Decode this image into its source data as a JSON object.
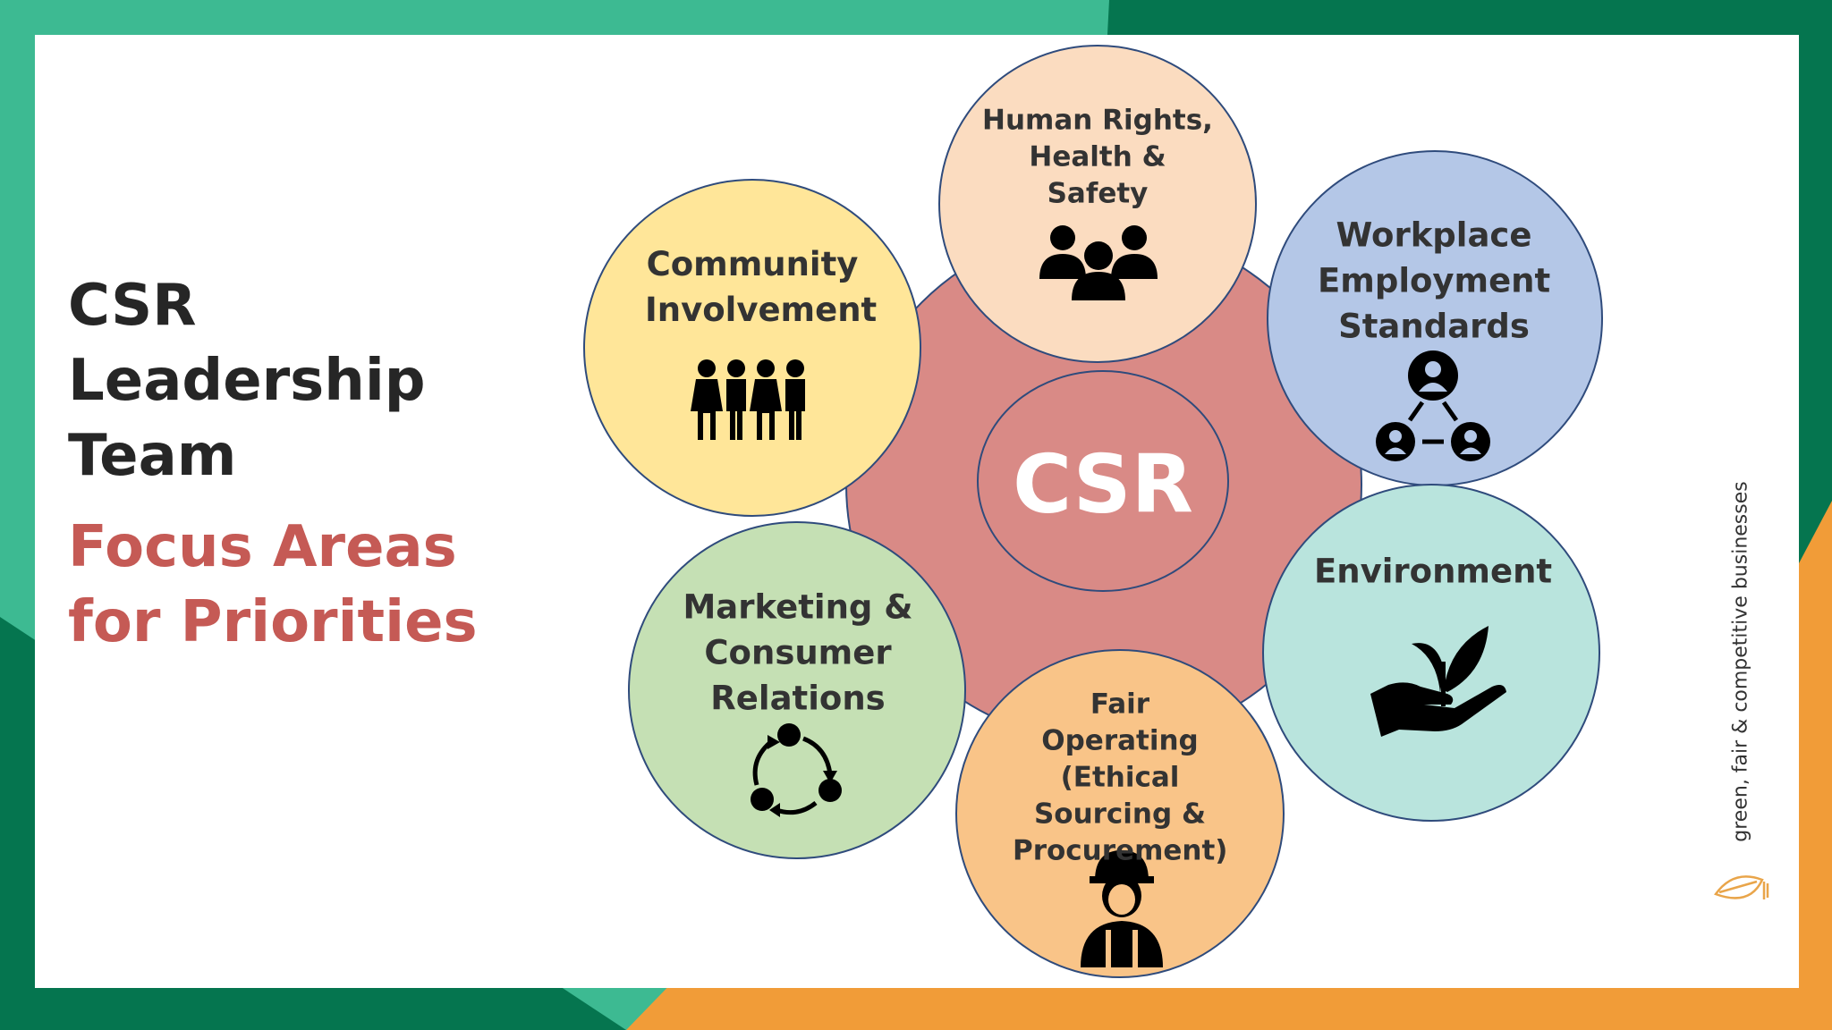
{
  "slide": {
    "title": "CSR Leadership Team",
    "subtitle": "Focus Areas for Priorities"
  },
  "diagram": {
    "center_label": "CSR",
    "areas": [
      {
        "label": "Human Rights, Health & Safety",
        "icon": "group-people-icon",
        "fill": "#fbdcc0"
      },
      {
        "label": "Workplace Employment Standards",
        "icon": "employee-network-icon",
        "fill": "#b4c7e7"
      },
      {
        "label": "Environment",
        "icon": "hand-plant-icon",
        "fill": "#b9e4dd"
      },
      {
        "label": "Fair Operating (Ethical Sourcing & Procurement)",
        "icon": "worker-hardhat-icon",
        "fill": "#f9c488"
      },
      {
        "label": "Marketing & Consumer Relations",
        "icon": "cycle-arrows-icon",
        "fill": "#c5e0b4"
      },
      {
        "label": "Community Involvement",
        "icon": "community-people-icon",
        "fill": "#ffe699"
      }
    ]
  },
  "brand": {
    "tagline": "green, fair & competitive businesses",
    "logo": "leaf-bulb-logo-icon"
  },
  "colors": {
    "teal": "#3dba92",
    "dark_green": "#05754f",
    "orange": "#f19c38",
    "hub": "#d98a86",
    "outline": "#2f4b7c",
    "title_red": "#c55a55"
  }
}
